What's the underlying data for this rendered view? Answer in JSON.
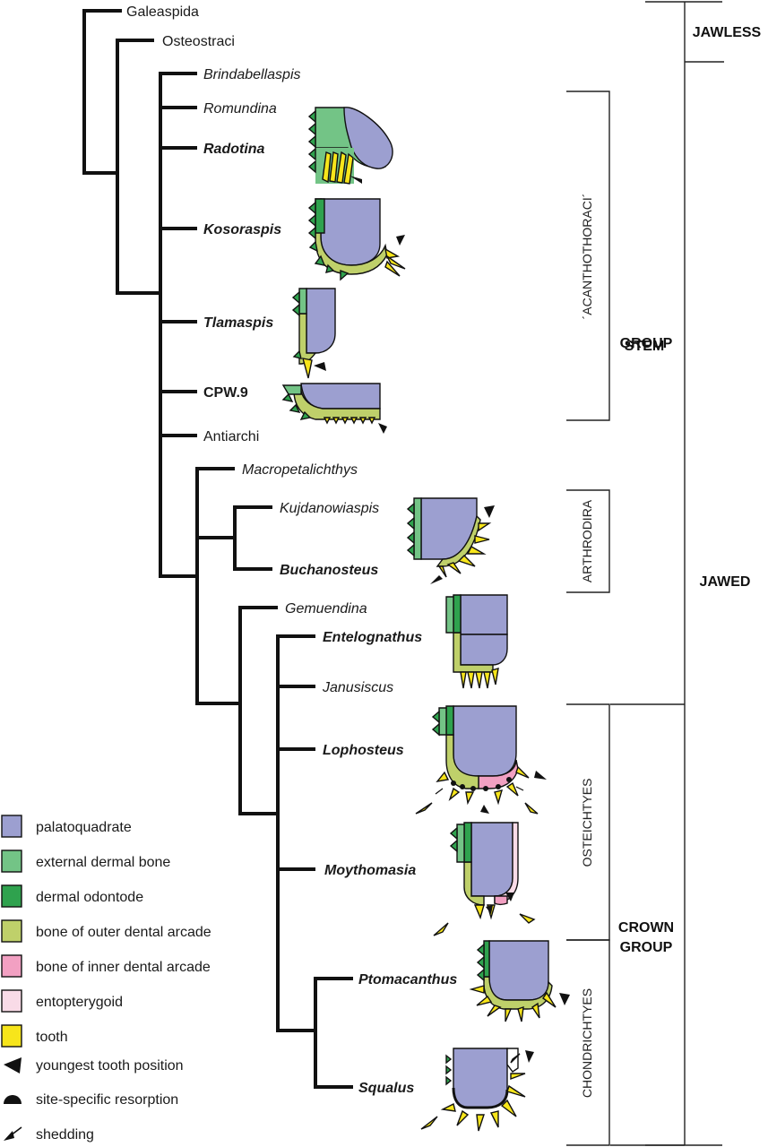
{
  "taxa": {
    "galeaspida": "Galeaspida",
    "osteostraci": "Osteostraci",
    "brindabellaspis": "Brindabellaspis",
    "romundina": "Romundina",
    "radotina": "Radotina",
    "kosoraspis": "Kosoraspis",
    "tlamaspis": "Tlamaspis",
    "cpw9": "CPW.9",
    "antiarchi": "Antiarchi",
    "macropetalichthys": "Macropetalichthys",
    "kujdanowiaspis": "Kujdanowiaspis",
    "buchanosteus": "Buchanosteus",
    "gemuendina": "Gemuendina",
    "entelognathus": "Entelognathus",
    "janusiscus": "Janusiscus",
    "lophosteus": "Lophosteus",
    "moythomasia": "Moythomasia",
    "ptomacanthus": "Ptomacanthus",
    "squalus": "Squalus"
  },
  "groups": {
    "acanthothoraci": "´ACANTHOTHORACI´",
    "arthrodira": "ARTHRODIRA",
    "osteichtyes": "OSTEICHTYES",
    "chondrichtyes": "CHONDRICHTYES",
    "jawless": "JAWLESS",
    "stem_group_1": "STEM",
    "stem_group_2": "GROUP",
    "jawed": "JAWED",
    "crown_group_1": "CROWN",
    "crown_group_2": "GROUP"
  },
  "legend": [
    {
      "label": "palatoquadrate",
      "color": "#9c9fd0"
    },
    {
      "label": "external dermal bone",
      "color": "#73c486"
    },
    {
      "label": "dermal odontode",
      "color": "#2fa24e"
    },
    {
      "label": "bone of outer dental arcade",
      "color": "#bfd06a"
    },
    {
      "label": "bone of inner dental arcade",
      "color": "#f2a0c2"
    },
    {
      "label": "entopterygoid",
      "color": "#f9dbe7"
    },
    {
      "label": "tooth",
      "color": "#f7e51b"
    },
    {
      "label": "youngest tooth position",
      "icon": "arrowhead-icon"
    },
    {
      "label": "site-specific resorption",
      "icon": "half-disc-icon"
    },
    {
      "label": "shedding",
      "icon": "arrow-icon"
    }
  ],
  "colors": {
    "palatoquadrate": "#9c9fd0",
    "external_dermal_bone": "#73c486",
    "dermal_odontode": "#2fa24e",
    "outer_arcade": "#bfd06a",
    "inner_arcade": "#f2a0c2",
    "entopterygoid": "#f9dbe7",
    "tooth": "#f7e51b"
  }
}
